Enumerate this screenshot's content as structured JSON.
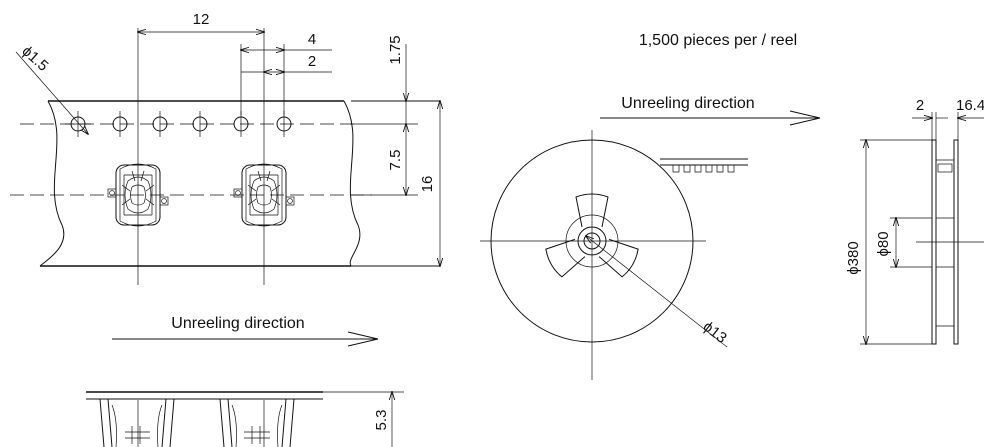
{
  "title": "1,500 pieces per / reel",
  "labels": {
    "unreel_tape": "Unreeling direction",
    "unreel_reel": "Unreeling direction"
  },
  "dimensions": {
    "pitch": "12",
    "hole_pitch": "4",
    "half_pitch": "2",
    "hole_dia": "ϕ1.5",
    "edge_to_hole": "1.75",
    "hole_to_center": "7.5",
    "tape_width": "16",
    "tape_depth": "5.3",
    "reel_hub": "ϕ13",
    "reel_flange_gap": "2",
    "reel_width": "16.4",
    "reel_outer": "ϕ380",
    "reel_core": "ϕ80"
  }
}
